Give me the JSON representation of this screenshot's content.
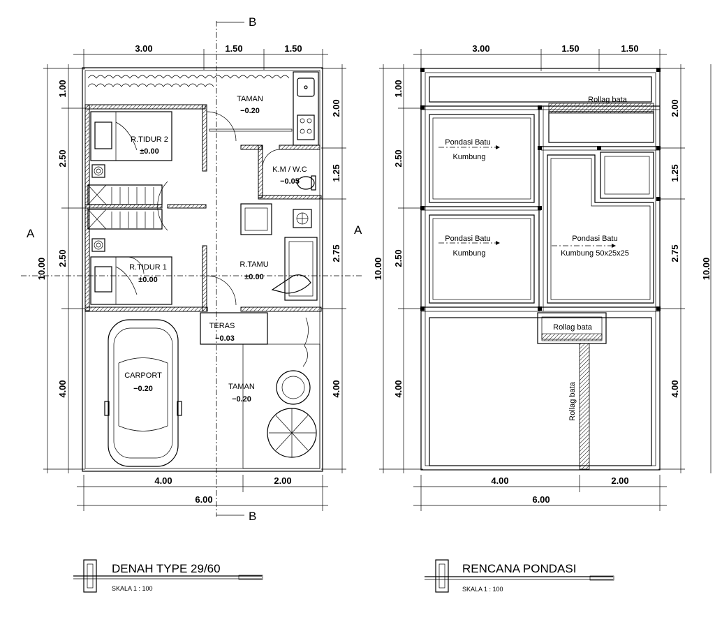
{
  "plan": {
    "title": "DENAH TYPE 29/60",
    "scale": "SKALA 1 : 100",
    "section_marks": {
      "a": "A",
      "b": "B"
    },
    "dims_top": [
      "3.00",
      "1.50",
      "1.50"
    ],
    "dims_bottom": [
      "4.00",
      "2.00"
    ],
    "dim_total_width": "6.00",
    "dims_left": [
      "1.00",
      "2.50",
      "2.50",
      "4.00"
    ],
    "dim_total_height": "10.00",
    "dims_right": [
      "2.00",
      "1.25",
      "2.75",
      "4.00"
    ],
    "rooms": {
      "taman_top": {
        "name": "TAMAN",
        "level": "−0.20"
      },
      "tidur2": {
        "name": "R.TIDUR 2",
        "level": "±0.00"
      },
      "km_wc": {
        "name": "K.M / W.C",
        "level": "−0.05"
      },
      "tidur1": {
        "name": "R.TIDUR 1",
        "level": "±0.00"
      },
      "tamu": {
        "name": "R.TAMU",
        "level": "±0.00"
      },
      "teras": {
        "name": "TERAS",
        "level": "−0.03"
      },
      "carport": {
        "name": "CARPORT",
        "level": "−0.20"
      },
      "taman_bottom": {
        "name": "TAMAN",
        "level": "−0.20"
      }
    }
  },
  "foundation": {
    "title": "RENCANA PONDASI",
    "scale": "SKALA 1 : 100",
    "dims_top": [
      "3.00",
      "1.50",
      "1.50"
    ],
    "dims_bottom": [
      "4.00",
      "2.00"
    ],
    "dim_total_width": "6.00",
    "dims_left": [
      "1.00",
      "2.50",
      "2.50",
      "4.00"
    ],
    "dim_total_height": "10.00",
    "dims_right": [
      "2.00",
      "1.25",
      "2.75",
      "4.00"
    ],
    "labels": {
      "rollag_top": "Rollag bata",
      "pondasi_1_line1": "Pondasi Batu",
      "pondasi_1_line2": "Kumbung",
      "pondasi_2_line1": "Pondasi Batu",
      "pondasi_2_line2": "Kumbung",
      "pondasi_3_line1": "Pondasi Batu",
      "pondasi_3_line2": "Kumbung 50x25x25",
      "rollag_mid": "Rollag bata",
      "rollag_vertical": "Rollag bata"
    }
  }
}
